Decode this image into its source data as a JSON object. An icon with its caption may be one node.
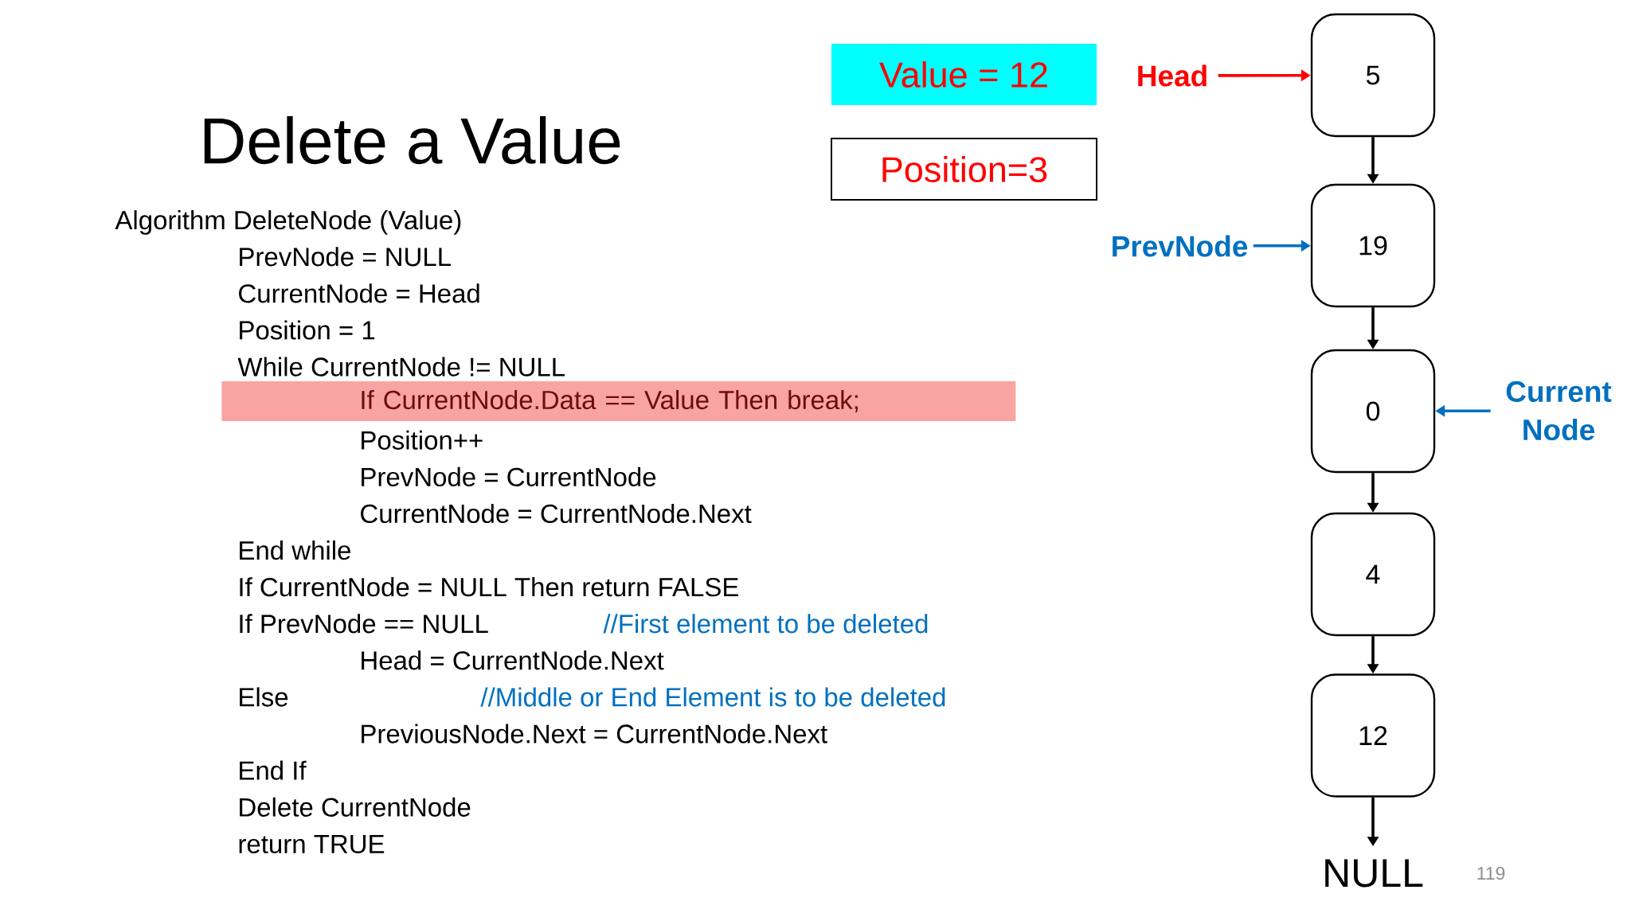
{
  "diagram": {
    "title": "Delete a Value",
    "nodes": [
      {
        "text": [
          "Value = 12"
        ]
      },
      {
        "text": [
          "Head"
        ]
      },
      {
        "text": [
          "5"
        ]
      },
      {
        "text": [
          "Position=3"
        ]
      },
      {
        "text": [
          "PrevNode"
        ]
      },
      {
        "text": [
          "19"
        ]
      },
      {
        "text": [
          "If CurrentNode.Data == Value Then break;"
        ]
      },
      {
        "text": [
          "0"
        ]
      },
      {
        "text": [
          "Current Node"
        ]
      },
      {
        "text": [
          "4"
        ]
      },
      {
        "text": [
          "12"
        ]
      },
      {
        "text": [
          "NULL"
        ]
      }
    ],
    "edges": [
      {
        "from": 1,
        "to": 2,
        "arrow": "to",
        "color": "#ff0000"
      },
      {
        "from": 2,
        "to": 5,
        "arrow": "to"
      },
      {
        "from": 4,
        "to": 5,
        "arrow": "to",
        "color": "#0070c0"
      },
      {
        "from": 5,
        "to": 7,
        "arrow": "to"
      },
      {
        "from": 8,
        "to": 7,
        "arrow": "to",
        "color": "#0070c0"
      },
      {
        "from": 7,
        "to": 9,
        "arrow": "to"
      },
      {
        "from": 9,
        "to": 10,
        "arrow": "to"
      },
      {
        "from": 10,
        "to": 11,
        "arrow": "to"
      }
    ],
    "labels": [
      "Algorithm DeleteNode (Value)",
      "PrevNode = NULL",
      "CurrentNode = Head",
      "Position = 1",
      "While CurrentNode != NULL",
      "Position++",
      "PrevNode = CurrentNode",
      "CurrentNode = CurrentNode.Next",
      "End while",
      "If CurrentNode = NULL Then return FALSE",
      "If PrevNode == NULL",
      "//First element to be deleted",
      "Head = CurrentNode.Next",
      "Else",
      "//Middle or End Element is to be deleted",
      "PreviousNode.Next = CurrentNode.Next",
      "End If",
      "Delete CurrentNode",
      "return TRUE",
      "119"
    ]
  }
}
